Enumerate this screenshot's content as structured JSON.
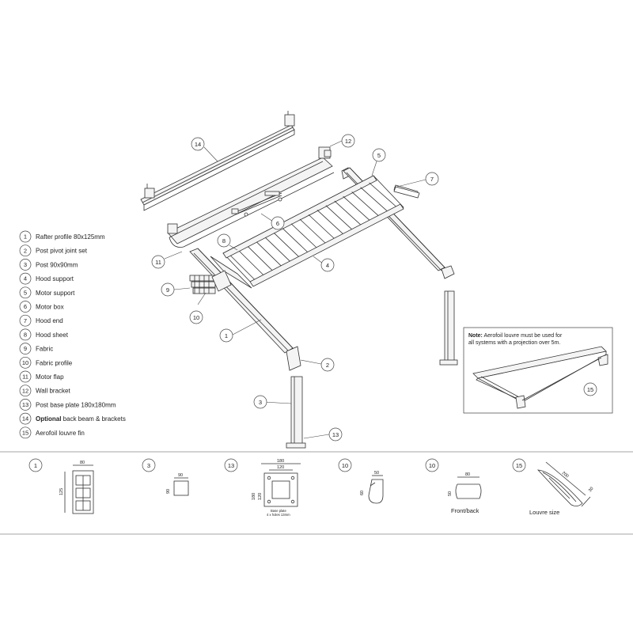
{
  "legend": [
    {
      "n": "1",
      "label": "Rafter profile 80x125mm"
    },
    {
      "n": "2",
      "label": "Post pivot joint set"
    },
    {
      "n": "3",
      "label": "Post 90x90mm"
    },
    {
      "n": "4",
      "label": "Hood support"
    },
    {
      "n": "5",
      "label": "Motor support"
    },
    {
      "n": "6",
      "label": "Motor box"
    },
    {
      "n": "7",
      "label": "Hood end"
    },
    {
      "n": "8",
      "label": "Hood sheet"
    },
    {
      "n": "9",
      "label": "Fabric"
    },
    {
      "n": "10",
      "label": "Fabric profile"
    },
    {
      "n": "11",
      "label": "Motor flap"
    },
    {
      "n": "12",
      "label": "Wall bracket"
    },
    {
      "n": "13",
      "label": "Post base plate 180x180mm"
    },
    {
      "n": "14",
      "bold": "Optional",
      "label": " back beam & brackets"
    },
    {
      "n": "15",
      "label": "Aerofoil louvre fin"
    }
  ],
  "callouts": {
    "c1": "1",
    "c2": "2",
    "c3": "3",
    "c4": "4",
    "c5": "5",
    "c6": "6",
    "c7": "7",
    "c8": "8",
    "c9": "9",
    "c10": "10",
    "c11": "11",
    "c12": "12",
    "c13": "13",
    "c14": "14",
    "c15": "15"
  },
  "note": {
    "bold": "Note:",
    "line1": " Aerofoil louvre must be used for",
    "line2": "all systems with a projection over 5m."
  },
  "details": {
    "d1": {
      "n": "1",
      "w": "80",
      "h": "125"
    },
    "d3": {
      "n": "3",
      "w": "90",
      "h": "90"
    },
    "d13": {
      "n": "13",
      "w_outer": "180",
      "w_inner": "120",
      "h_outer": "180",
      "h_inner": "120",
      "caption1": "Base plate",
      "caption2": "4 x holes 13mm"
    },
    "d10a": {
      "n": "10",
      "w": "50",
      "h": "60"
    },
    "d10b": {
      "n": "10",
      "w": "80",
      "h": "50",
      "caption": "Front/back"
    },
    "d15": {
      "n": "15",
      "len": "200",
      "thk": "30",
      "caption": "Louvre size"
    }
  }
}
